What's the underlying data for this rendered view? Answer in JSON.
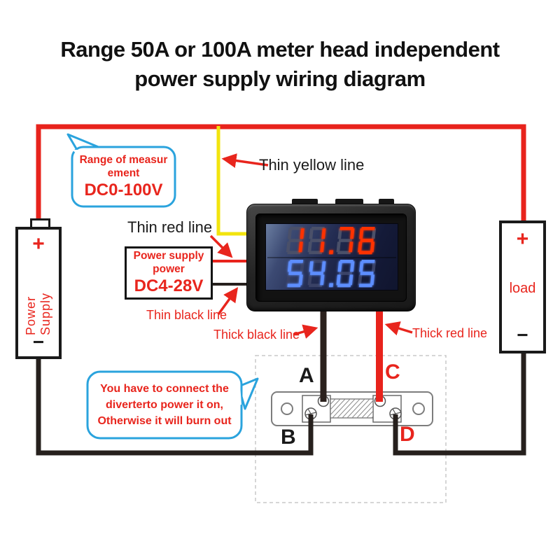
{
  "title": {
    "line1": "Range 50A or 100A meter head independent",
    "line2": "power supply wiring diagram"
  },
  "labels": {
    "thin_yellow": "Thin yellow line",
    "thin_red": "Thin red line",
    "thin_black": "Thin black line",
    "thick_black": "Thick black line",
    "thick_red": "Thick red line"
  },
  "range_bubble": {
    "line1": "Range of measur",
    "line2": "ement",
    "value": "DC0-100V"
  },
  "power_box": {
    "line1": "Power supply",
    "line2": "power",
    "value": "DC4-28V"
  },
  "warning_bubble": {
    "line1": "You have to connect the",
    "line2": "diverterto power it on,",
    "line3": "Otherwise it will burn out"
  },
  "battery": {
    "plus": "+",
    "label": "Power Supply",
    "minus": "−"
  },
  "load": {
    "plus": "+",
    "label": "load",
    "minus": "−"
  },
  "meter": {
    "top_display": "11.76",
    "bottom_display": "54.05"
  },
  "shunt": {
    "terminal_a": "A",
    "terminal_b": "B",
    "terminal_c": "C",
    "terminal_d": "D"
  },
  "colors": {
    "wire_red": "#e8231c",
    "wire_yellow": "#f2e40e",
    "wire_black": "#26201d",
    "wire_thick_black": "#2b211d",
    "annotation_red": "#e8251d",
    "bubble_border_blue": "#2aa3dd",
    "display_volt_red": "#ff3200",
    "display_amp_blue": "#5d8eff"
  }
}
